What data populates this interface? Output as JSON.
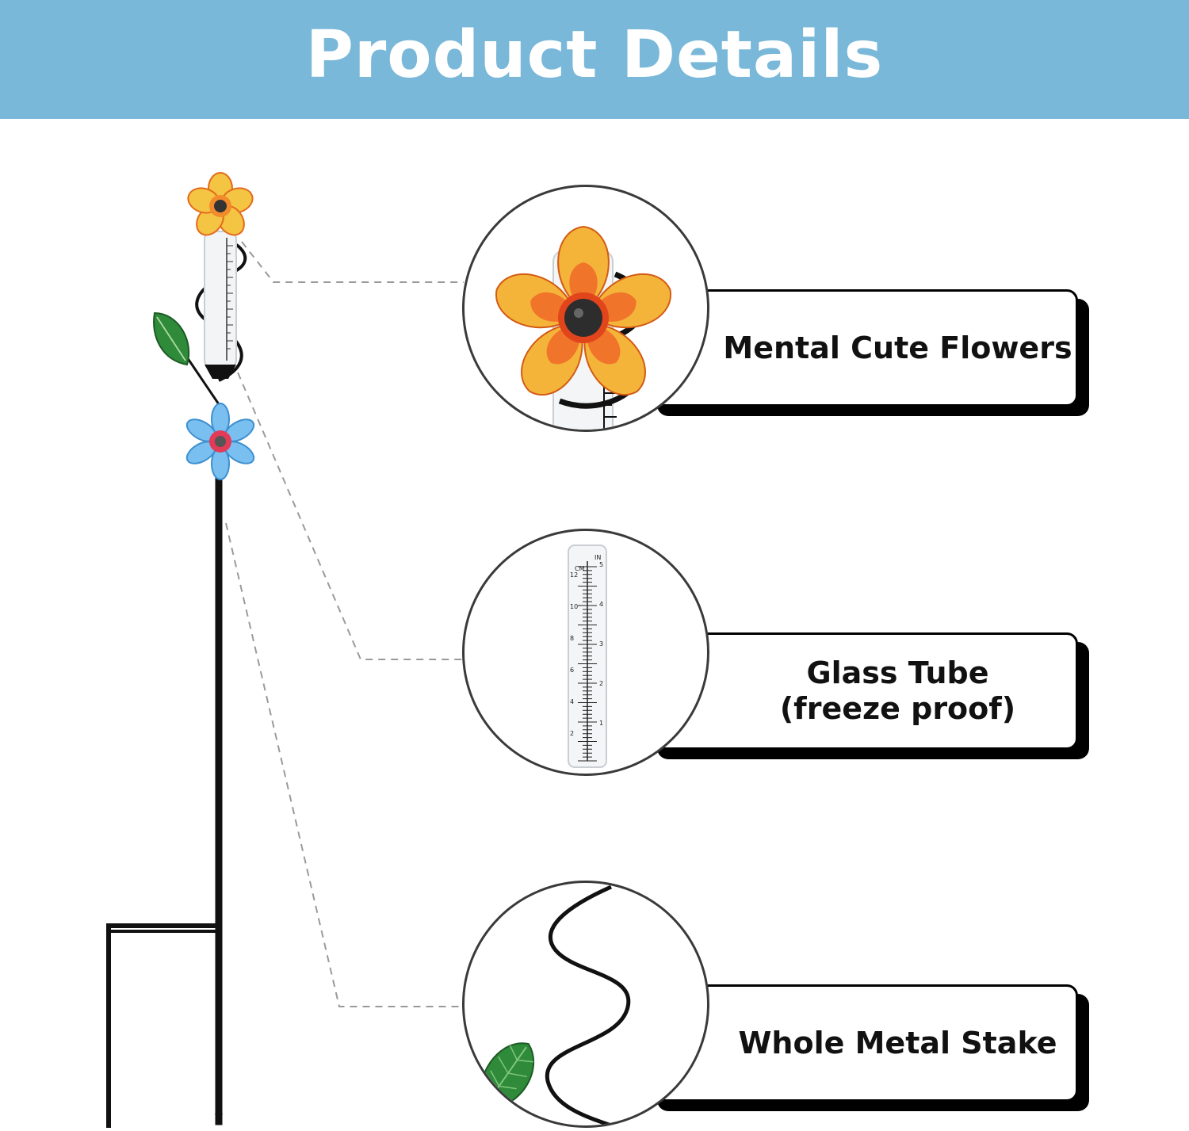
{
  "header": {
    "title": "Product Details",
    "background": "#7ab8d9"
  },
  "features": [
    {
      "label_lines": [
        "Mental Cute Flowers"
      ],
      "image": "orange-flower-closeup"
    },
    {
      "label_lines": [
        "Glass Tube",
        "(freeze proof)"
      ],
      "image": "glass-tube-closeup"
    },
    {
      "label_lines": [
        "Whole Metal Stake"
      ],
      "image": "spiral-stake-closeup"
    }
  ],
  "gauge_scale": {
    "unit_left": "CM",
    "unit_right": "IN",
    "cm_ticks": [
      "12",
      "10",
      "8",
      "6",
      "4",
      "2"
    ],
    "in_ticks": [
      "5",
      "4",
      "3",
      "2",
      "1"
    ]
  },
  "colors": {
    "orange_petal": "#f28b2c",
    "yellow_petal": "#f4c443",
    "blue_petal": "#5aa9e6",
    "leaf": "#2f8a3a",
    "stake": "#111111"
  }
}
